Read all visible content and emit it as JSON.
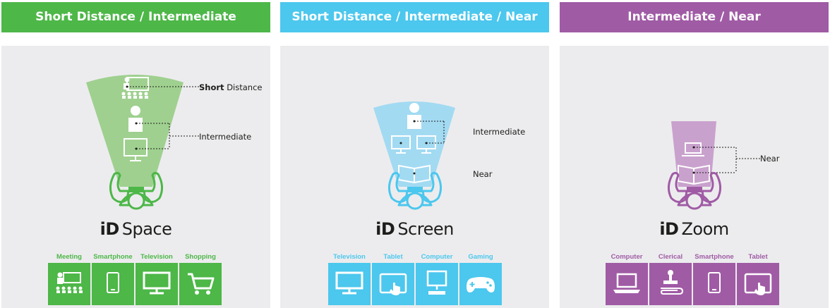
{
  "colors": {
    "green": "#4db748",
    "blue": "#4cc7ed",
    "purple": "#a05ba5",
    "panel_bg": "#ececee"
  },
  "panels": [
    {
      "header": "Short Distance / Intermediate",
      "logo_id": "iD",
      "logo_name": "Space",
      "annotations": {
        "short_bold": "Short",
        "short_rest": " Distance",
        "intermediate": "Intermediate"
      },
      "tiles": [
        {
          "label": "Meeting",
          "icon": "presentation-icon"
        },
        {
          "label": "Smartphone",
          "icon": "smartphone-icon"
        },
        {
          "label": "Television",
          "icon": "television-icon"
        },
        {
          "label": "Shopping",
          "icon": "shopping-cart-icon"
        }
      ]
    },
    {
      "header": "Short Distance / Intermediate / Near",
      "logo_id": "iD",
      "logo_name": "Screen",
      "annotations": {
        "intermediate": "Intermediate",
        "near": "Near"
      },
      "tiles": [
        {
          "label": "Television",
          "icon": "television-icon"
        },
        {
          "label": "Tablet",
          "icon": "tablet-icon"
        },
        {
          "label": "Computer",
          "icon": "computer-icon"
        },
        {
          "label": "Gaming",
          "icon": "gamepad-icon"
        }
      ]
    },
    {
      "header": "Intermediate / Near",
      "logo_id": "iD",
      "logo_name": "Zoom",
      "annotations": {
        "near": "Near"
      },
      "tiles": [
        {
          "label": "Computer",
          "icon": "laptop-icon"
        },
        {
          "label": "Clerical",
          "icon": "clerical-icon"
        },
        {
          "label": "Smartphone",
          "icon": "smartphone-icon"
        },
        {
          "label": "Tablet",
          "icon": "tablet-icon"
        }
      ]
    }
  ]
}
